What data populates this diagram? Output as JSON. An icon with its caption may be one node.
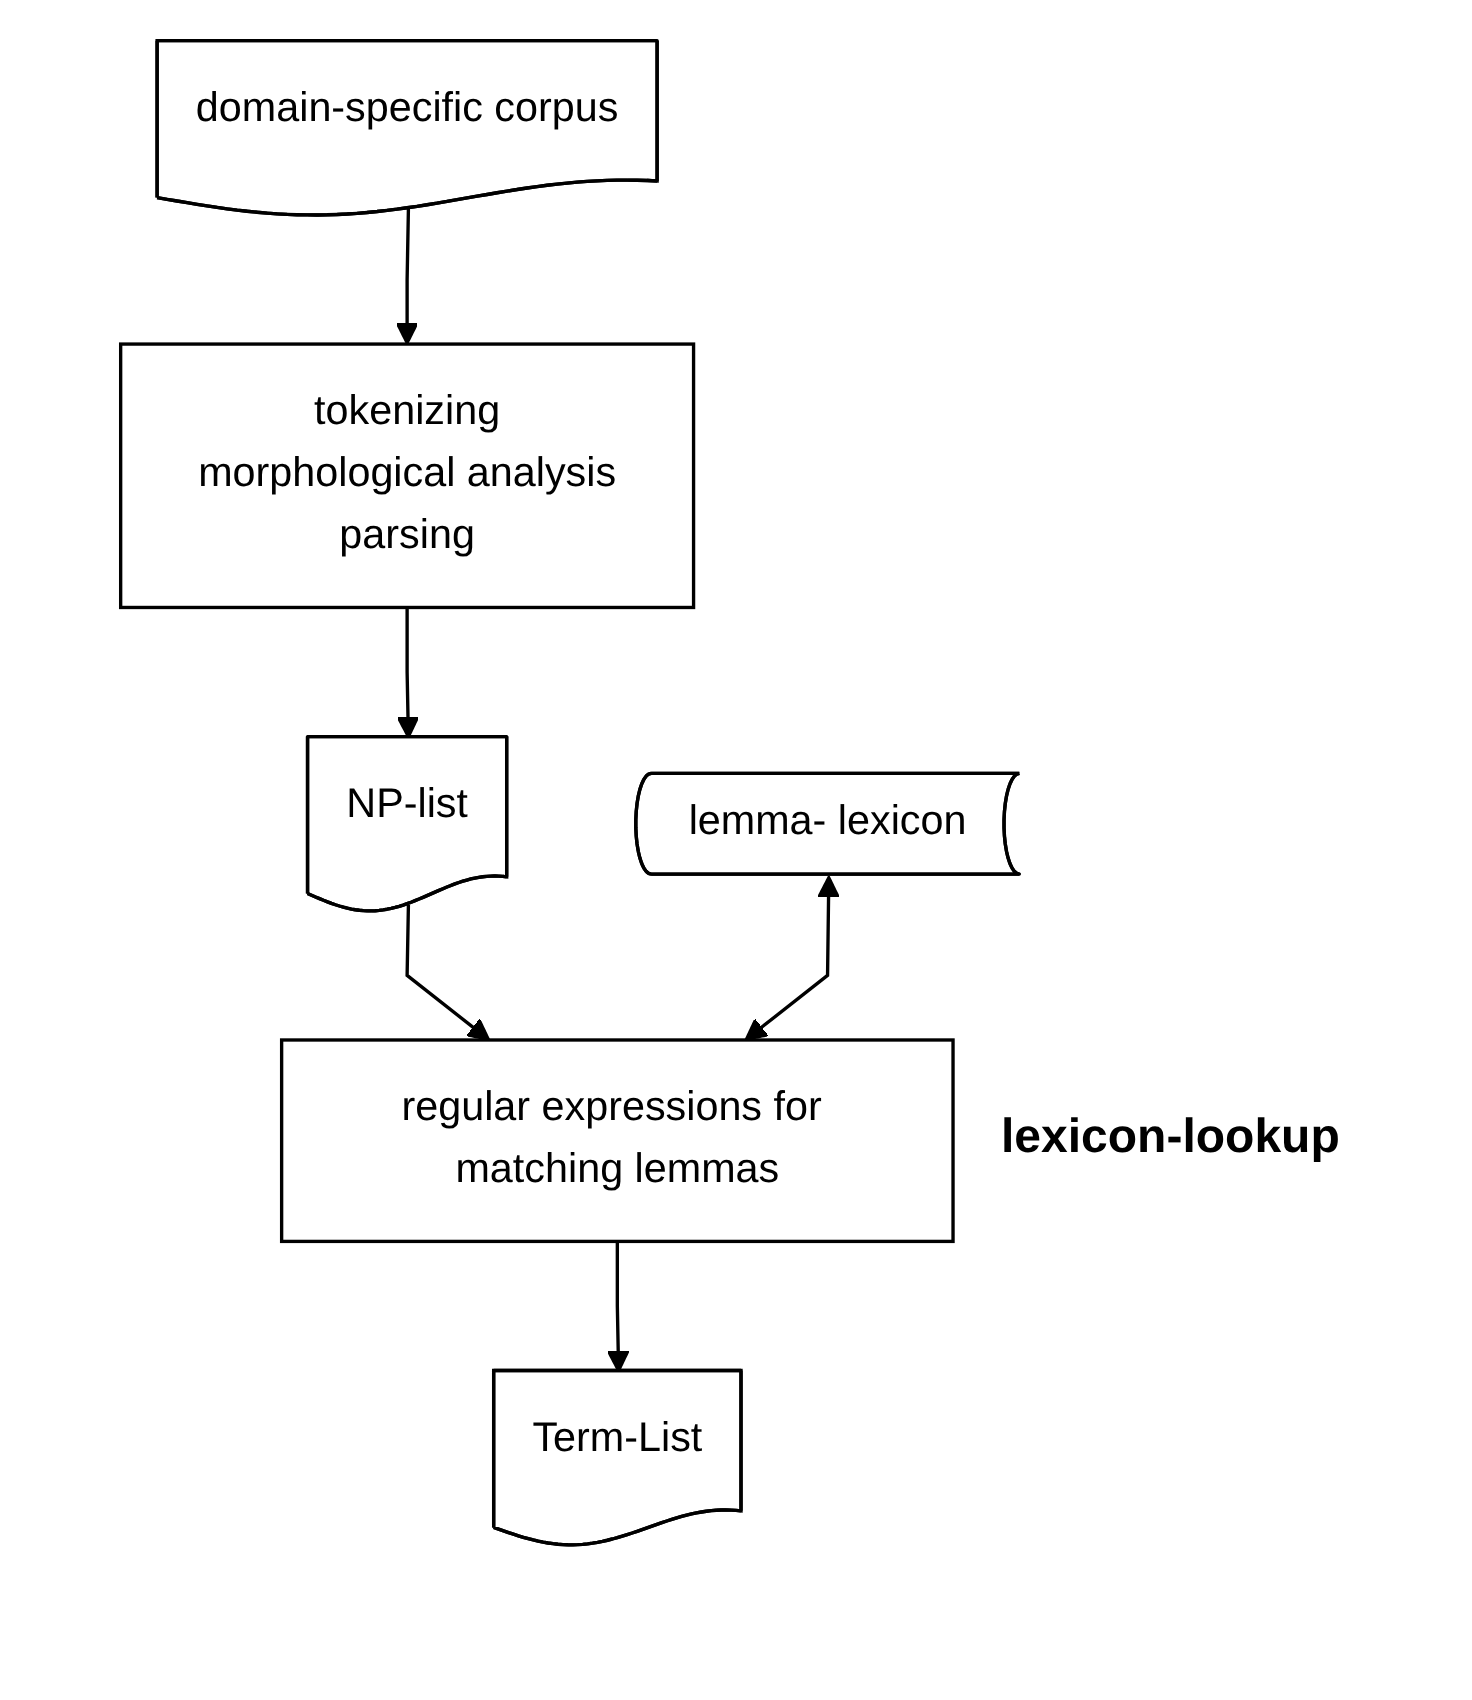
{
  "diagram": {
    "nodes": [
      {
        "text": [
          "domain-specific corpus"
        ]
      },
      {
        "text": [
          "tokenizing",
          "morphological analysis",
          "parsing"
        ]
      },
      {
        "text": [
          "NP-list"
        ]
      },
      {
        "text": [
          "regular expressions for matching lemmas"
        ],
        "beside": [
          "lexicon-lookup"
        ]
      },
      {
        "text": [
          "lemma- lexicon"
        ]
      },
      {
        "text": [
          "Term-List"
        ]
      }
    ],
    "edges": [
      {
        "from": 0,
        "to": 1,
        "arrow": "to"
      },
      {
        "from": 1,
        "to": 2,
        "arrow": "to"
      },
      {
        "from": 2,
        "to": 3,
        "arrow": "to"
      },
      {
        "from": 4,
        "to": 3,
        "arrow": "both"
      },
      {
        "from": 3,
        "to": 5,
        "arrow": "to"
      }
    ]
  }
}
